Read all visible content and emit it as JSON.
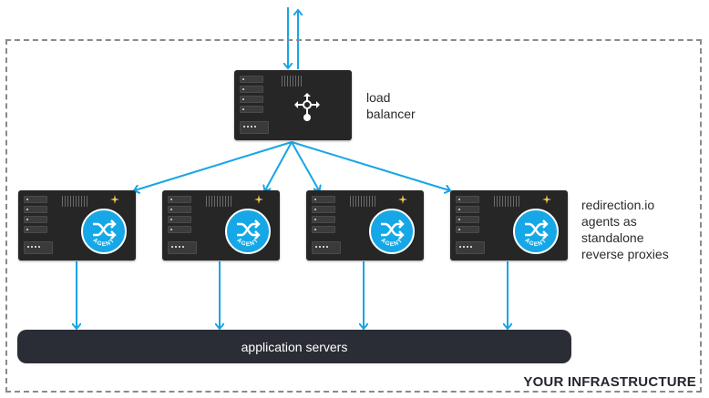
{
  "diagram": {
    "load_balancer_label_line1": "load",
    "load_balancer_label_line2": "balancer",
    "agents_label_lines": [
      "redirection.io",
      "agents as",
      "standalone",
      "reverse proxies"
    ],
    "agent_badge_text": "AGENT",
    "application_servers_label": "application servers",
    "infrastructure_label": "YOUR INFRASTRUCTURE",
    "agent_count": 4
  },
  "colors": {
    "arrow": "#17a5e5",
    "server_body": "#262626",
    "agent_badge": "#16a8e6",
    "sparkle": "#f2c94c",
    "app_bar": "#2b2d36",
    "border": "#8a8a8a"
  },
  "icons": {
    "load_balancer": "network-distribution-icon",
    "agent": "shuffle-icon",
    "agent_star": "sparkle-icon"
  }
}
